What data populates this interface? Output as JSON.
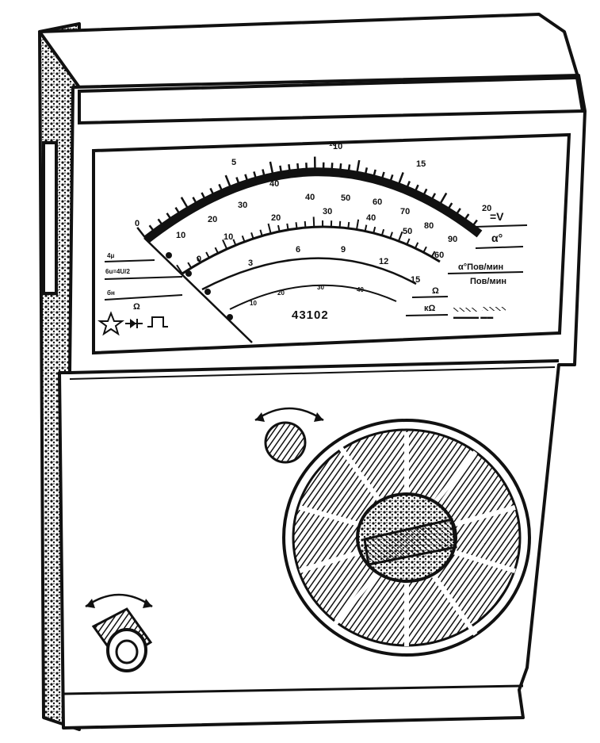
{
  "device": {
    "model": "43102",
    "top_mark": "10"
  },
  "scales": {
    "scale_1": [
      "0",
      "5",
      "10",
      "15",
      "20"
    ],
    "scale_2": [
      "10",
      "20",
      "30",
      "40",
      "50",
      "60",
      "70",
      "80",
      "90"
    ],
    "scale_3": [
      "0",
      "10",
      "20",
      "30",
      "40",
      "50",
      "60"
    ],
    "scale_4": [
      "3",
      "6",
      "9",
      "12",
      "15"
    ],
    "scale_5": [
      "10",
      "20",
      "30",
      "40"
    ]
  },
  "labels": {
    "volts": "=V",
    "degrees": "α°",
    "ratio_top": "α°Пов/мин",
    "ratio_bottom": "Пов/мин",
    "kohm": "кΩ",
    "left_1": "4μ",
    "left_2": "6u=4U/2",
    "left_3": "бн",
    "omega": "Ω",
    "small_omega": "Ω"
  },
  "colors": {
    "ink": "#111111",
    "paper": "#ffffff"
  },
  "icons": [
    "star-icon",
    "diode-icon",
    "square-wave-icon",
    "rotate-arrow-icon"
  ]
}
